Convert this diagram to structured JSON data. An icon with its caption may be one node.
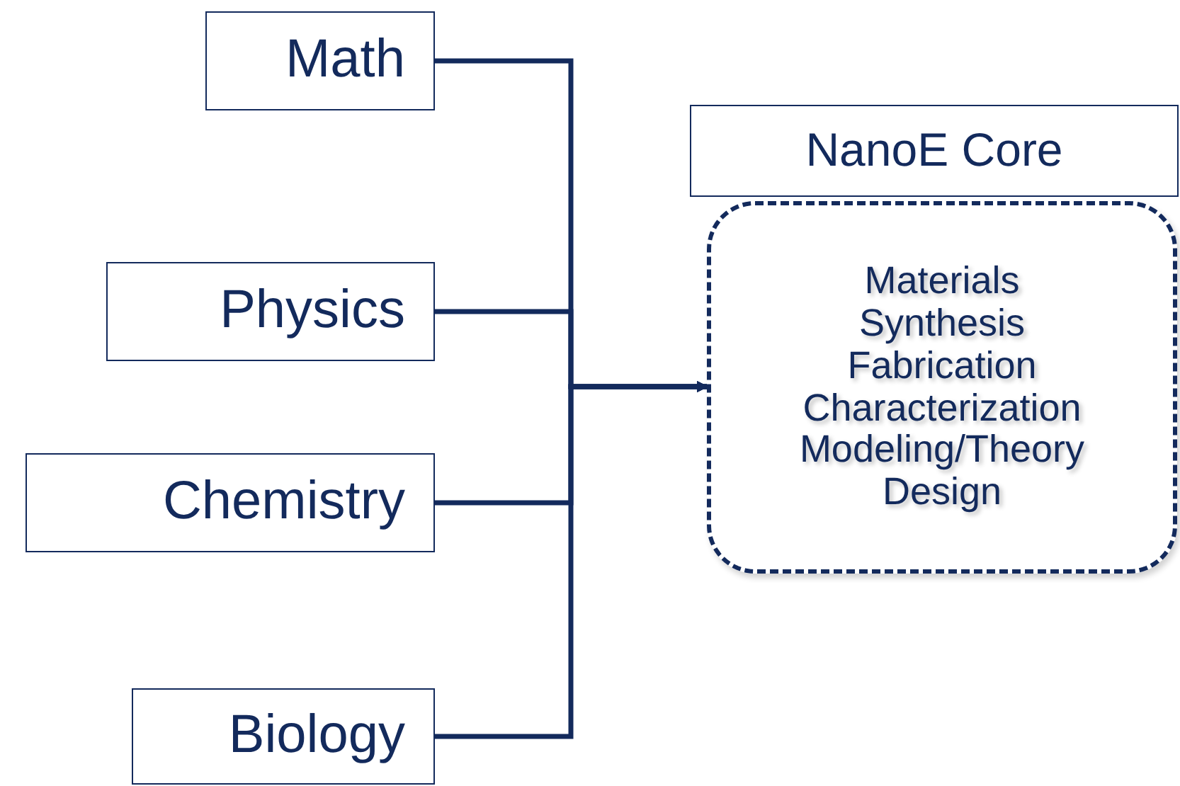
{
  "diagram": {
    "nodes": [
      {
        "text": [
          "Math"
        ]
      },
      {
        "text": [
          "Physics"
        ]
      },
      {
        "text": [
          "Chemistry"
        ]
      },
      {
        "text": [
          "Biology"
        ]
      },
      {
        "text": [
          "NanoE Core"
        ]
      },
      {
        "text": [
          "Materials",
          "Synthesis",
          "Fabrication",
          "Characterization",
          "Modeling/Theory",
          "Design"
        ]
      }
    ],
    "edges": [
      {
        "from": 0,
        "to": 5,
        "arrow": "to"
      },
      {
        "from": 1,
        "to": 5,
        "arrow": "to"
      },
      {
        "from": 2,
        "to": 5,
        "arrow": "to"
      },
      {
        "from": 3,
        "to": 5,
        "arrow": "to"
      }
    ]
  }
}
